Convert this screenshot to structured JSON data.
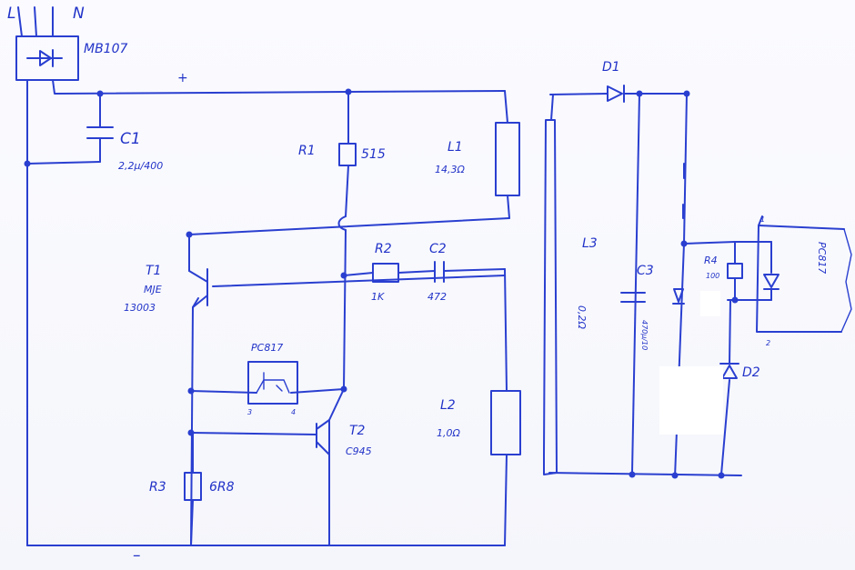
{
  "labels": {
    "mains_l": "L",
    "mains_n": "N",
    "bridge": "MB107",
    "plus": "+",
    "minus": "–",
    "c1": "C1",
    "c1_value": "2,2µ/400",
    "r1": "R1",
    "r1_value": "515",
    "l1": "L1",
    "l1_value": "14,3Ω",
    "t1": "T1",
    "t1_type": "MJE",
    "t1_number": "13003",
    "r2": "R2",
    "r2_value": "1K",
    "c2": "C2",
    "c2_value": "472",
    "pc817_left": "PC817",
    "pc817_pin3": "3",
    "pc817_pin4": "4",
    "t2": "T2",
    "t2_type": "C945",
    "l2": "L2",
    "l2_value": "1,0Ω",
    "r3": "R3",
    "r3_value": "6R8",
    "d1": "D1",
    "l3": "L3",
    "l3_value": "0,2Ω",
    "c3": "C3",
    "c3_value": "470µ/10",
    "r4": "R4",
    "r4_value": "100",
    "d2": "D2",
    "pc817_right": "PC817",
    "pin1": "1",
    "pin2": "2"
  },
  "colors": {
    "ink": "#2a3fd0",
    "paper": "#ffffff"
  }
}
